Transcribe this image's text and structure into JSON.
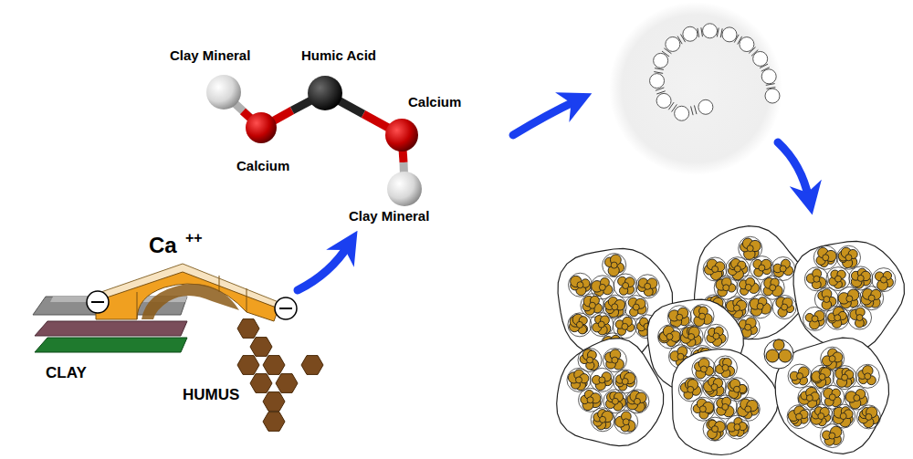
{
  "diagram": {
    "labels": [
      "Clay Mineral",
      "Humic Acid",
      "Calcium",
      "Calcium",
      "Clay Mineral",
      "Ca",
      "++",
      "CLAY",
      "HUMUS"
    ]
  }
}
